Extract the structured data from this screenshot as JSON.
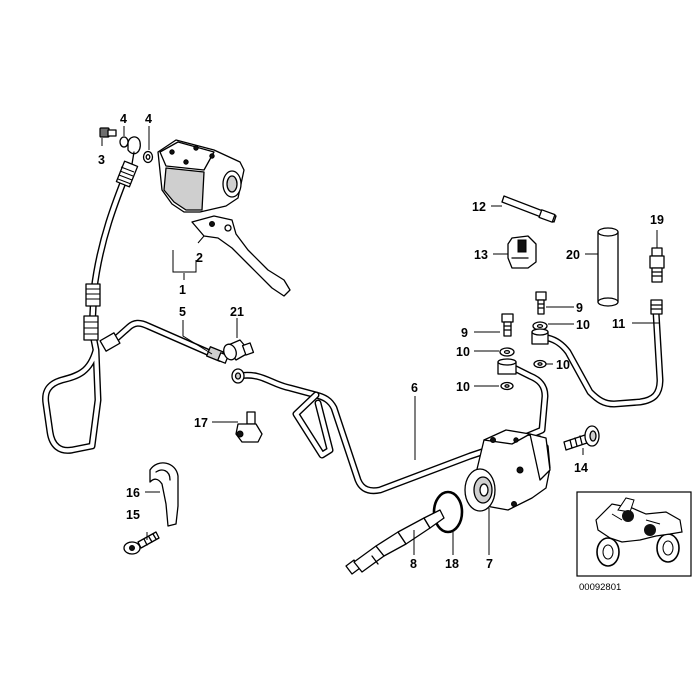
{
  "callouts": {
    "c1": "1",
    "c2": "2",
    "c3": "3",
    "c4a": "4",
    "c4b": "4",
    "c5": "5",
    "c6": "6",
    "c7": "7",
    "c8": "8",
    "c9a": "9",
    "c9b": "9",
    "c10a": "10",
    "c10b": "10",
    "c10c": "10",
    "c10d": "10",
    "c11": "11",
    "c12": "12",
    "c13": "13",
    "c14": "14",
    "c15": "15",
    "c16": "16",
    "c17": "17",
    "c18": "18",
    "c19": "19",
    "c20": "20",
    "c21": "21"
  },
  "inset": {
    "reference_number": "00092801",
    "icon": "motorcycle-location-icon"
  },
  "colors": {
    "line": "#000000",
    "background": "#ffffff",
    "shade": "#cfcfcf"
  }
}
